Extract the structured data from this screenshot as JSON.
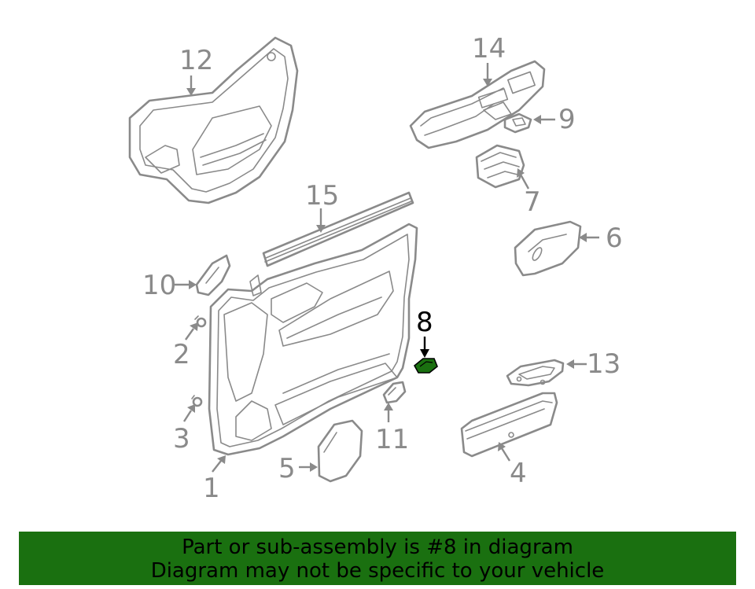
{
  "diagram": {
    "highlight_color": "#1a7010",
    "callouts": {
      "c1": "1",
      "c2": "2",
      "c3": "3",
      "c4": "4",
      "c5": "5",
      "c6": "6",
      "c7": "7",
      "c8": "8",
      "c9": "9",
      "c10": "10",
      "c11": "11",
      "c12": "12",
      "c13": "13",
      "c14": "14",
      "c15": "15"
    },
    "highlighted_part": "8"
  },
  "banner": {
    "line1": "Part or sub-assembly is #8 in diagram",
    "line2": "Diagram may not be specific to your vehicle",
    "background": "#1a7010"
  }
}
